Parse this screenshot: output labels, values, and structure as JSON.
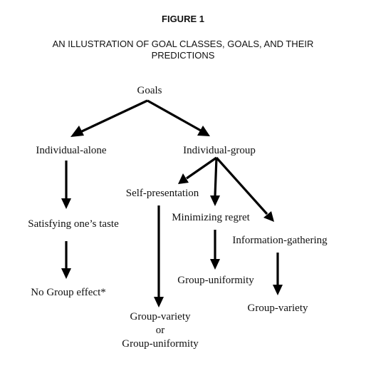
{
  "figure": {
    "title": "FIGURE 1",
    "subtitle_line1": "AN ILLUSTRATION OF GOAL CLASSES, GOALS, AND THEIR",
    "subtitle_line2": "PREDICTIONS"
  },
  "nodes": {
    "goals": "Goals",
    "individual_alone": "Individual-alone",
    "individual_group": "Individual-group",
    "satisfying_taste": "Satisfying one’s taste",
    "no_group_effect": "No Group effect*",
    "self_presentation": "Self-presentation",
    "minimizing_regret": "Minimizing regret",
    "information_gathering": "Information-gathering",
    "group_uniformity_regret": "Group-uniformity",
    "group_variety_info": "Group-variety",
    "group_variety_or_line1": "Group-variety",
    "group_variety_or_line2": "or",
    "group_variety_or_line3": "Group-uniformity"
  }
}
